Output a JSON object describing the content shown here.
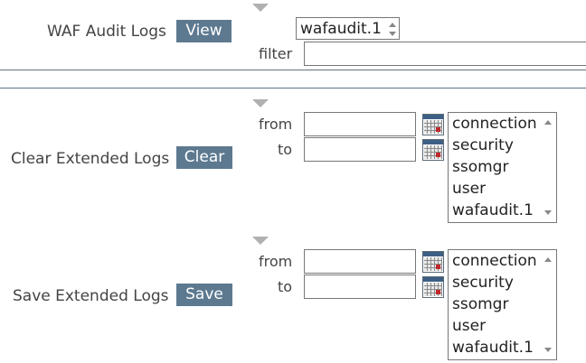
{
  "waf": {
    "label": "WAF Audit Logs",
    "view_button": "View",
    "selected_log": "wafaudit.1",
    "filter_label": "filter",
    "filter_value": ""
  },
  "clear": {
    "label": "Clear Extended Logs",
    "button": "Clear",
    "from_label": "from",
    "to_label": "to",
    "from_value": "",
    "to_value": "",
    "options": [
      "connection",
      "security",
      "ssomgr",
      "user",
      "wafaudit.1"
    ]
  },
  "save": {
    "label": "Save Extended Logs",
    "button": "Save",
    "from_label": "from",
    "to_label": "to",
    "from_value": "",
    "to_value": "",
    "options": [
      "connection",
      "security",
      "ssomgr",
      "user",
      "wafaudit.1"
    ]
  },
  "colors": {
    "button_bg": "#5d7990",
    "divider": "#5d7382",
    "calendar_header": "#3e5f84",
    "calendar_mark": "#c0282b"
  }
}
